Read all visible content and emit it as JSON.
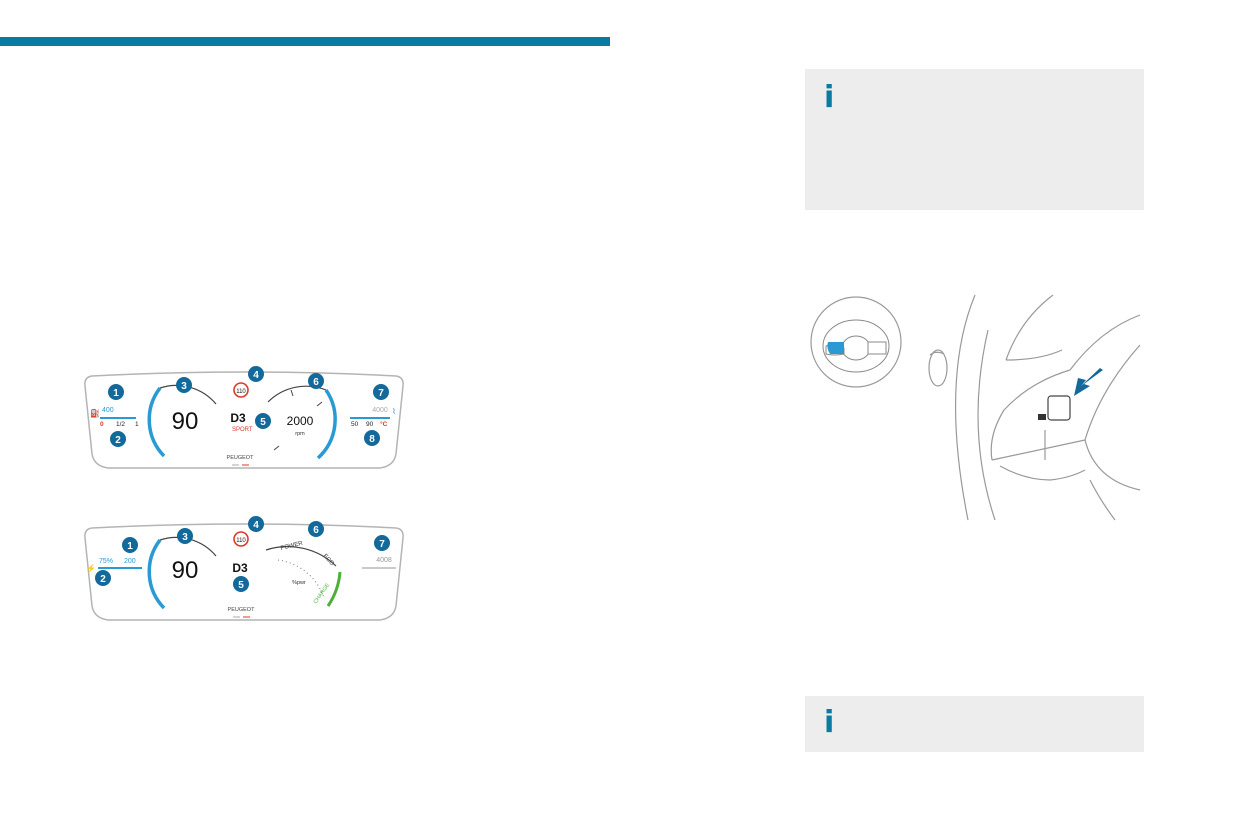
{
  "colors": {
    "accent": "#0a7ba0",
    "gauge_blue": "#2a9ad4",
    "callout": "#13699a",
    "red": "#d93a2a",
    "green": "#4caf3a",
    "grey_box": "#ededed"
  },
  "info_icon_glyph": "i",
  "cluster_1": {
    "callouts": [
      "1",
      "2",
      "3",
      "4",
      "5",
      "6",
      "7",
      "8"
    ],
    "fuel_range": "400",
    "fuel_scale_0": "0",
    "fuel_scale_half": "1/2",
    "fuel_scale_1": "1",
    "speed": "90",
    "speed_limit": "110",
    "gear": "D3",
    "drive_mode": "SPORT",
    "rpm": "2000",
    "rpm_unit": "rpm",
    "odometer": "4000",
    "temp_50": "50",
    "temp_90": "90",
    "temp_unit": "°C",
    "brand": "PEUGEOT"
  },
  "cluster_2": {
    "callouts": [
      "1",
      "2",
      "3",
      "4",
      "5",
      "6",
      "7"
    ],
    "battery_percent": "75%",
    "battery_range": "200",
    "speed": "90",
    "speed_limit": "110",
    "gear": "D3",
    "power_label": "POWER",
    "eco_label": "ECO",
    "charge_label": "CHARGE",
    "power_unit": "%pwr",
    "odometer": "4008",
    "brand": "PEUGEOT"
  }
}
